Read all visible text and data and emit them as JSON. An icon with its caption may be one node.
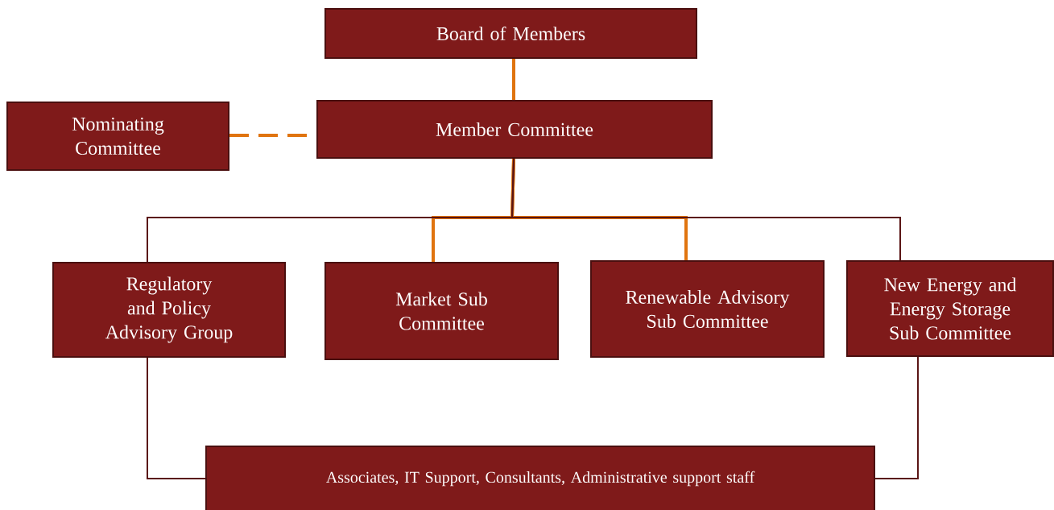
{
  "diagram": {
    "nodes": [
      {
        "text": [
          "Board of Members"
        ]
      },
      {
        "text": [
          "Nominating Committee"
        ]
      },
      {
        "text": [
          "Member Committee"
        ]
      },
      {
        "text": [
          "Regulatory and Policy Advisory Group"
        ]
      },
      {
        "text": [
          "Market Sub Committee"
        ]
      },
      {
        "text": [
          "Renewable Advisory Sub Committee"
        ]
      },
      {
        "text": [
          "New Energy and Energy Storage Sub Committee"
        ]
      },
      {
        "text": [
          "Associates, IT Support, Consultants, Administrative support staff"
        ]
      }
    ],
    "edges": [
      {
        "from": 0,
        "to": 2,
        "arrow": "none",
        "style": "thick",
        "color": "#e0740f"
      },
      {
        "from": 1,
        "to": 2,
        "arrow": "none",
        "style": "dashed",
        "color": "#e0740f"
      },
      {
        "from": 2,
        "to": 3,
        "arrow": "none",
        "color": "#5a1515"
      },
      {
        "from": 2,
        "to": 4,
        "arrow": "none",
        "style": "thick",
        "color": "#e0740f"
      },
      {
        "from": 2,
        "to": 5,
        "arrow": "none",
        "style": "thick",
        "color": "#e0740f"
      },
      {
        "from": 2,
        "to": 6,
        "arrow": "none",
        "color": "#5a1515"
      },
      {
        "from": 3,
        "to": 7,
        "arrow": "none",
        "color": "#5a1515"
      },
      {
        "from": 6,
        "to": 7,
        "arrow": "none",
        "color": "#5a1515"
      }
    ]
  }
}
